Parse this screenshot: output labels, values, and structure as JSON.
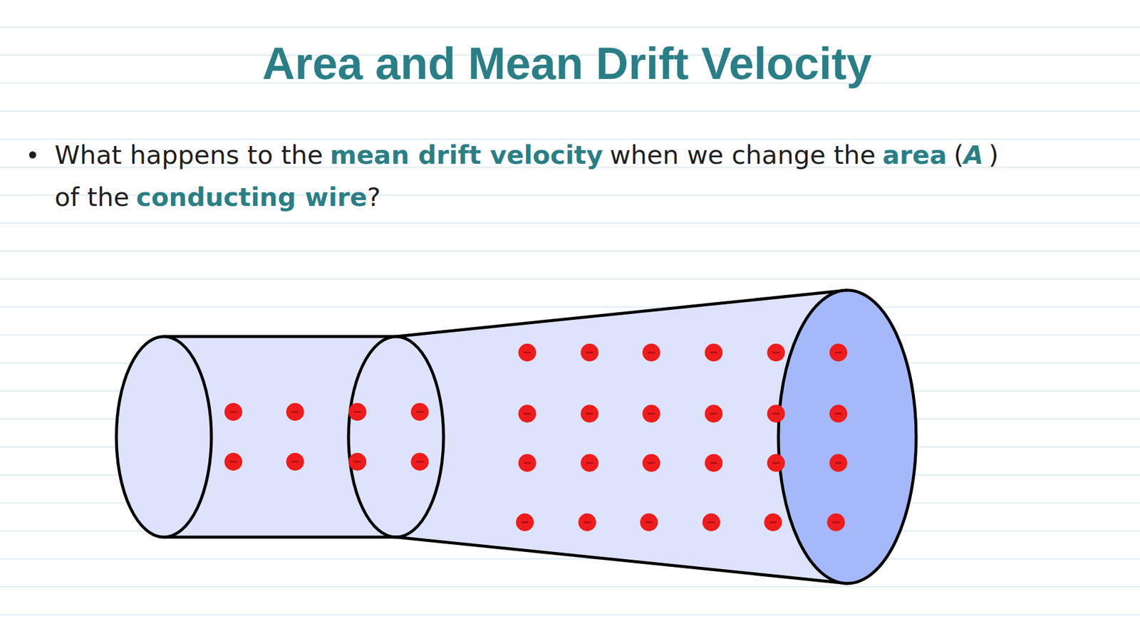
{
  "diagram": {
    "title": "Area and Mean Drift Velocity",
    "labels": [
      "What happens to the",
      "mean drift velocity",
      "when we change the",
      "area",
      "(",
      "A",
      ")",
      "of the",
      "conducting wire",
      "?"
    ]
  }
}
